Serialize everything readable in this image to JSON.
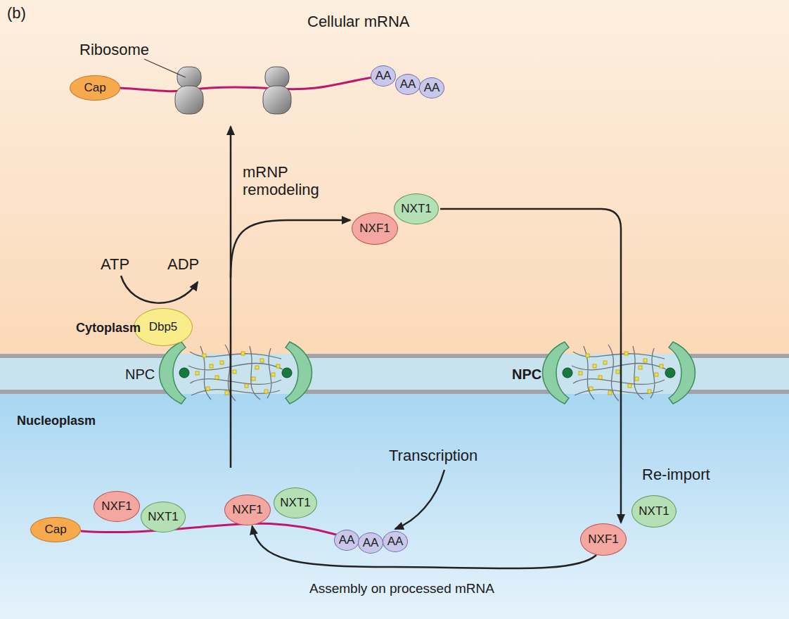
{
  "diagram": {
    "nodes": [
      {
        "text": [
          "Cap"
        ]
      },
      {
        "text": [
          "AA"
        ]
      },
      {
        "text": [
          "AA"
        ]
      },
      {
        "text": [
          "AA"
        ]
      },
      {
        "text": [
          "NXF1"
        ]
      },
      {
        "text": [
          "NXT1"
        ]
      },
      {
        "text": [
          "Dbp5"
        ]
      },
      {
        "text": [
          "Cap"
        ]
      },
      {
        "text": [
          "NXF1"
        ]
      },
      {
        "text": [
          "NXT1"
        ]
      },
      {
        "text": [
          "NXF1"
        ]
      },
      {
        "text": [
          "NXT1"
        ]
      },
      {
        "text": [
          "AA"
        ]
      },
      {
        "text": [
          "AA"
        ]
      },
      {
        "text": [
          "AA"
        ]
      },
      {
        "text": [
          "NXT1"
        ]
      },
      {
        "text": [
          "NXF1"
        ]
      }
    ],
    "edges": [
      {
        "from": 5,
        "to": 16,
        "arrow": "to",
        "label": "Re-import"
      },
      {
        "from": 16,
        "to": 10,
        "arrow": "to",
        "label": "Assembly on processed mRNA"
      }
    ],
    "labels": [
      "(b)",
      "Ribosome",
      "Cellular mRNA",
      "mRNP remodeling",
      "ATP",
      "ADP",
      "Cytoplasm",
      "NPC",
      "NPC",
      "Nucleoplasm",
      "Transcription"
    ]
  }
}
